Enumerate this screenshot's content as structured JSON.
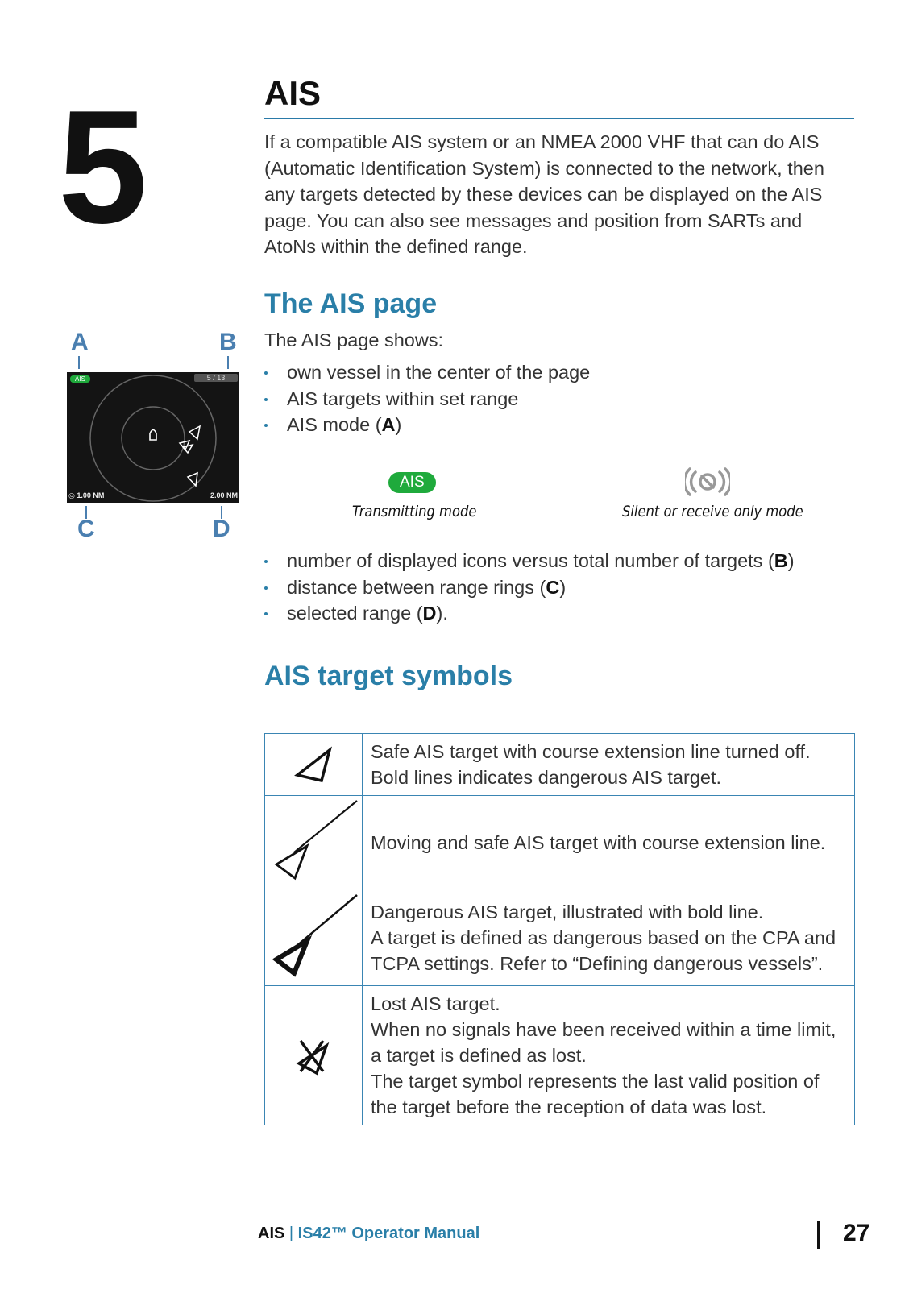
{
  "chapter": {
    "number": "5",
    "title": "AIS"
  },
  "intro": "If a compatible AIS system or an NMEA 2000 VHF that can do AIS (Automatic Identification System) is connected to the network, then any targets detected by these devices can be displayed on the AIS page. You can also see messages and position from SARTs and AtoNs within the defined range.",
  "ais_page": {
    "heading": "The AIS page",
    "lead": "The AIS page shows:",
    "bullets_a": [
      {
        "text": "own vessel in the center of the page",
        "bold": "",
        "end": ""
      },
      {
        "text": "AIS targets within set range",
        "bold": "",
        "end": ""
      },
      {
        "text": "AIS mode (",
        "bold": "A",
        "end": ")"
      }
    ],
    "modes": {
      "transmitting_icon": "AIS",
      "transmitting_caption": "Transmitting mode",
      "silent_icon": "silent-mode-icon",
      "silent_caption": "Silent or receive only mode"
    },
    "bullets_b": [
      {
        "text": "number of displayed icons versus total number of targets (",
        "bold": "B",
        "end": ")"
      },
      {
        "text": "distance between range rings (",
        "bold": "C",
        "end": ")"
      },
      {
        "text": "selected range (",
        "bold": "D",
        "end": ")."
      }
    ]
  },
  "figure": {
    "callouts": {
      "a": "A",
      "b": "B",
      "c": "C",
      "d": "D"
    },
    "mode_badge": "AIS",
    "count": "5 / 13",
    "ring_distance": "1.00 NM",
    "range": "2.00 NM",
    "accent_color": "#4a7fb0"
  },
  "symbols": {
    "heading": "AIS target symbols",
    "rows": [
      {
        "icon": "safe-target-icon",
        "lines": [
          "Safe AIS target with course extension line turned off.",
          "Bold lines indicates dangerous AIS target."
        ]
      },
      {
        "icon": "moving-target-icon",
        "lines": [
          "Moving and safe AIS target with course extension line."
        ]
      },
      {
        "icon": "dangerous-target-icon",
        "lines": [
          "Dangerous AIS target, illustrated with bold line.",
          "A target is defined as dangerous based on the CPA and TCPA settings. Refer to “Defining dangerous vessels”."
        ]
      },
      {
        "icon": "lost-target-icon",
        "lines": [
          "Lost AIS target.",
          "When no signals have been received within a time limit, a target is defined as lost.",
          "The target symbol represents the last valid position of the target before the reception of data was lost."
        ]
      }
    ]
  },
  "footer": {
    "section": "AIS",
    "separator": "|",
    "manual": "IS42™ Operator Manual",
    "page": "27"
  },
  "colors": {
    "heading": "#2a7fa8",
    "rule": "#2a7aa8",
    "ais_green": "#1faa3c"
  }
}
